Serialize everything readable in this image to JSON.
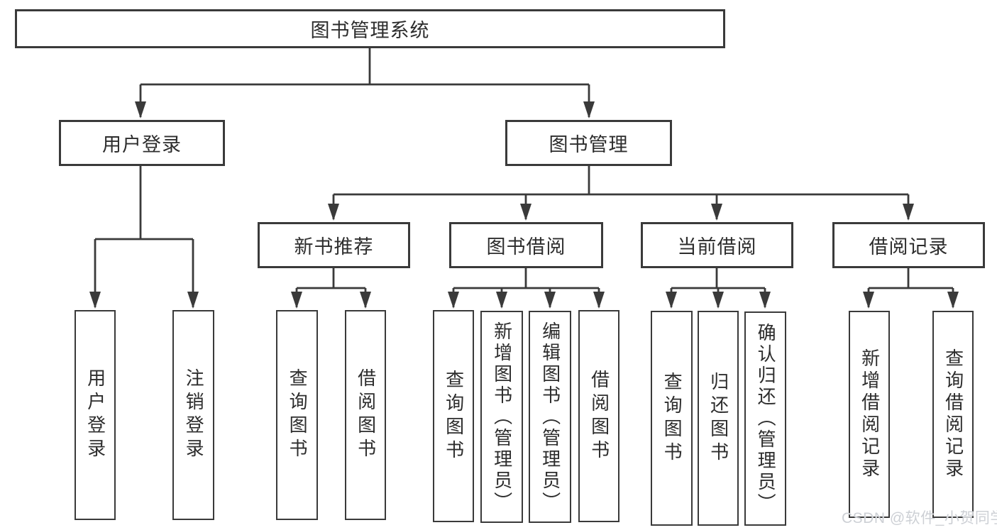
{
  "nodes": {
    "root": {
      "label": "图书管理系统"
    },
    "level2": [
      {
        "label": "用户登录"
      },
      {
        "label": "图书管理"
      }
    ],
    "level3": [
      {
        "label": "新书推荐"
      },
      {
        "label": "图书借阅"
      },
      {
        "label": "当前借阅"
      },
      {
        "label": "借阅记录"
      }
    ],
    "leaves": [
      {
        "label": "用户登录"
      },
      {
        "label": "注销登录"
      },
      {
        "label": "查询图书"
      },
      {
        "label": "借阅图书"
      },
      {
        "label": "查询图书"
      },
      {
        "label": "新增图书（管理员）"
      },
      {
        "label": "编辑图书（管理员）"
      },
      {
        "label": "借阅图书"
      },
      {
        "label": "查询图书"
      },
      {
        "label": "归还图书"
      },
      {
        "label": "确认归还（管理员）"
      },
      {
        "label": "新增借阅记录"
      },
      {
        "label": "查询借阅记录"
      }
    ]
  },
  "hierarchy": {
    "图书管理系统": [
      "用户登录",
      "图书管理"
    ],
    "用户登录": [
      "用户登录",
      "注销登录"
    ],
    "图书管理": [
      "新书推荐",
      "图书借阅",
      "当前借阅",
      "借阅记录"
    ],
    "新书推荐": [
      "查询图书",
      "借阅图书"
    ],
    "图书借阅": [
      "查询图书",
      "新增图书（管理员）",
      "编辑图书（管理员）",
      "借阅图书"
    ],
    "当前借阅": [
      "查询图书",
      "归还图书",
      "确认归还（管理员）"
    ],
    "借阅记录": [
      "新增借阅记录",
      "查询借阅记录"
    ]
  },
  "watermark": {
    "text": "CSDN @软件_小贺同学"
  },
  "colors": {
    "line": "#3a3a3a",
    "box_border": "#3a3a3a",
    "text": "#2d2d2d",
    "background": "#ffffff",
    "watermark": "#cdd0d5"
  }
}
